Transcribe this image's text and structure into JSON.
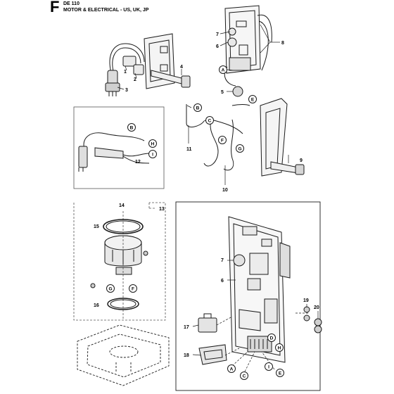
{
  "header": {
    "section_letter": "F",
    "model": "DE 110",
    "title": "MOTOR & ELECTRICAL - US, UK, JP"
  },
  "callouts": {
    "top_left_assembly": [
      "1",
      "2",
      "3",
      "4"
    ],
    "top_right_board": [
      "7",
      "6",
      "8",
      "5"
    ],
    "top_right_letters": [
      "A",
      "E"
    ],
    "cables_middle": [
      "B",
      "C",
      "11",
      "F",
      "G",
      "9",
      "10"
    ],
    "inset_box_letters": [
      "B",
      "H",
      "I"
    ],
    "inset_box_number": "12",
    "motor_box": [
      "14",
      "13",
      "15",
      "16"
    ],
    "motor_box_letters": [
      "G",
      "F"
    ],
    "board_detail": [
      "7",
      "6",
      "17",
      "18",
      "19",
      "20"
    ],
    "board_detail_letters": [
      "D",
      "H",
      "A",
      "C",
      "I",
      "E"
    ]
  },
  "colors": {
    "line": "#1a1a1a",
    "frame_dashed": "#555555",
    "callout_fill": "#ffffff"
  }
}
